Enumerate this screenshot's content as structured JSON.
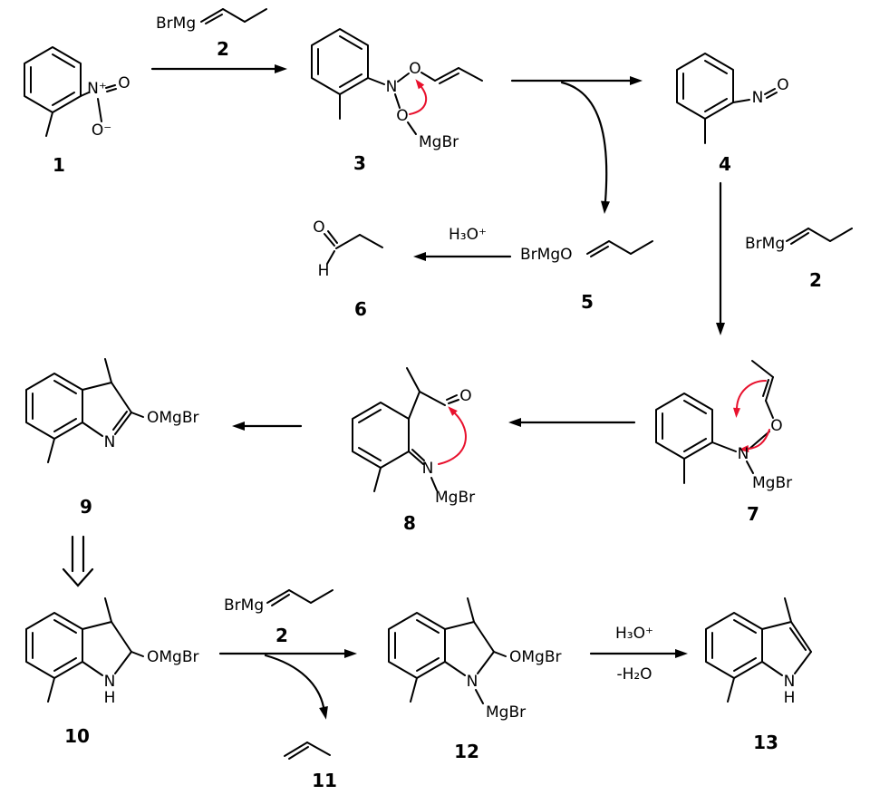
{
  "colors": {
    "background": "#ffffff",
    "bond": "#000000",
    "curved_arrow": "#e8112d"
  },
  "labels": {
    "c1": "1",
    "c2": "2",
    "c3": "3",
    "c4": "4",
    "c5": "5",
    "c6": "6",
    "c7": "7",
    "c8": "8",
    "c9": "9",
    "c10": "10",
    "c11": "11",
    "c12": "12",
    "c13": "13"
  },
  "atoms": {
    "n": "N",
    "o": "O",
    "h": "H",
    "n_plus": "N⁺",
    "o_minus": "O⁻",
    "mgbr": "MgBr",
    "omgbr": "OMgBr",
    "brmg": "BrMg",
    "brmgo": "BrMgO"
  },
  "conditions": {
    "hydronium": "H₃O⁺",
    "dehydration": "-H₂O"
  }
}
